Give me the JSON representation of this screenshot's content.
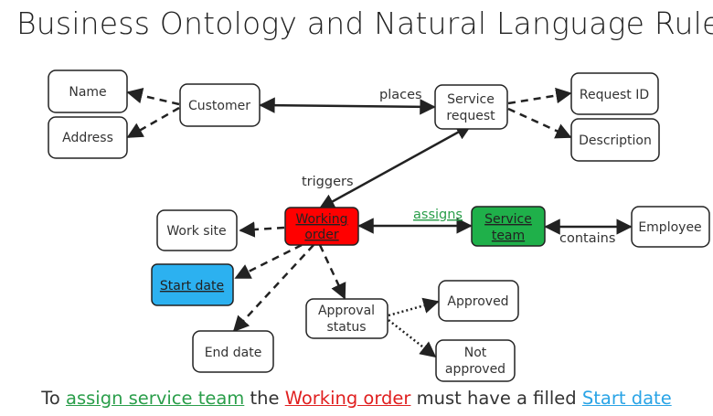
{
  "title": "Business Ontology and Natural Language Rules",
  "colors": {
    "working_order_fill": "#ff0000",
    "service_team_fill": "#1fb04a",
    "start_date_fill": "#2cb1f0",
    "caption_green": "#2a9e4a",
    "caption_red": "#e02020",
    "caption_blue": "#2aa4e6"
  },
  "nodes": {
    "name": "Name",
    "address": "Address",
    "customer": "Customer",
    "service_request": [
      "Service",
      "request"
    ],
    "request_id": "Request ID",
    "description": "Description",
    "work_site": "Work site",
    "working_order": [
      "Working",
      "order"
    ],
    "service_team": [
      "Service",
      "team"
    ],
    "employee": "Employee",
    "start_date": "Start date",
    "end_date": "End date",
    "approval_status": [
      "Approval",
      "status"
    ],
    "approved": "Approved",
    "not_approved": [
      "Not",
      "approved"
    ]
  },
  "edges": {
    "places": "places",
    "triggers": "triggers",
    "assigns": "assigns",
    "contains": "contains"
  },
  "caption": {
    "part1": "To ",
    "link1": "assign service team",
    "part2": " the ",
    "link2": "Working order",
    "part3": " must have a filled ",
    "link3": "Start date"
  }
}
